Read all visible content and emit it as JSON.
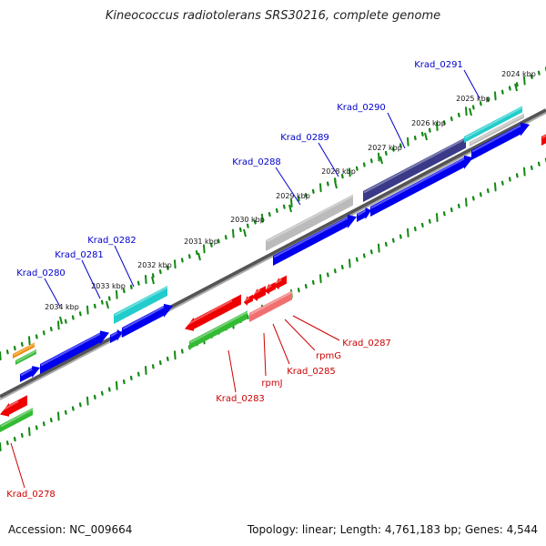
{
  "title": "Kineococcus radiotolerans SRS30216, complete genome",
  "footer": {
    "accession": "Accession: NC_009664",
    "summary": "Topology: linear; Length: 4,761,183 bp; Genes: 4,544"
  },
  "colors": {
    "forward_gene": "#0000ee",
    "reverse_gene": "#ee0000",
    "forward_label": "#0000cc",
    "reverse_label": "#cc0000",
    "cds_green": "#33bb33",
    "cds_cyan": "#22cccc",
    "cds_gray": "#bbbbbb",
    "cds_navy": "#3a3a88",
    "cds_pink": "#f07070",
    "cds_orange": "#f08a00",
    "tick_green": "#118811",
    "backbone": "#777777"
  },
  "kbp_labels": [
    "2024 kbp",
    "2025 kbp",
    "2026 kbp",
    "2027 kbp",
    "2028 kbp",
    "2029 kbp",
    "2030 kbp",
    "2031 kbp",
    "2032 kbp",
    "2033 kbp",
    "2034 kbp"
  ],
  "forward_genes": [
    "Krad_0280",
    "Krad_0281",
    "Krad_0282",
    "Krad_0288",
    "Krad_0289",
    "Krad_0290",
    "Krad_0291"
  ],
  "reverse_genes": [
    "Krad_0278",
    "Krad_0283",
    "rpmJ",
    "Krad_0285",
    "rpmG",
    "Krad_0287"
  ]
}
